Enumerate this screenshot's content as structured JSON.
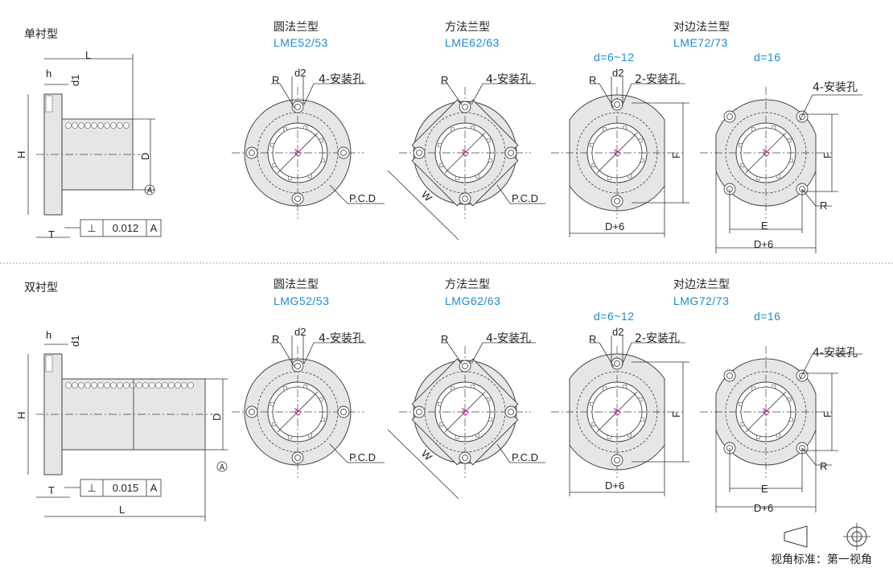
{
  "rows": [
    {
      "type_label": "单衬型",
      "side_view": {
        "L": "L",
        "h": "h",
        "d1": "d1",
        "H": "H",
        "D": "D",
        "T": "T",
        "datum": "A",
        "tolerance": {
          "symbol": "⊥",
          "value": "0.012",
          "datum": "A"
        }
      },
      "round": {
        "title": "圆法兰型",
        "model": "LME52/53",
        "R": "R",
        "d2": "d2",
        "holes": "4-安装孔",
        "pcd": "P.C.D",
        "d": "d"
      },
      "square": {
        "title": "方法兰型",
        "model": "LME62/63",
        "R": "R",
        "holes": "4-安装孔",
        "pcd": "P.C.D",
        "W": "W",
        "d": "d"
      },
      "cut": {
        "title": "对边法兰型",
        "model": "LME72/73",
        "variant_a": "d=6~12",
        "variant_b": "d=16",
        "R": "R",
        "d2": "d2",
        "holes_a": "2-安装孔",
        "holes_b": "4-安装孔",
        "F": "F",
        "D6": "D+6",
        "E": "E",
        "d": "d"
      }
    },
    {
      "type_label": "双衬型",
      "side_view": {
        "L": "L",
        "h": "h",
        "d1": "d1",
        "H": "H",
        "D": "D",
        "T": "T",
        "datum": "A",
        "tolerance": {
          "symbol": "⊥",
          "value": "0.015",
          "datum": "A"
        }
      },
      "round": {
        "title": "圆法兰型",
        "model": "LMG52/53",
        "R": "R",
        "d2": "d2",
        "holes": "4-安装孔",
        "pcd": "P.C.D",
        "d": "d"
      },
      "square": {
        "title": "方法兰型",
        "model": "LMG62/63",
        "R": "R",
        "holes": "4-安装孔",
        "pcd": "P.C.D",
        "W": "W",
        "d": "d"
      },
      "cut": {
        "title": "对边法兰型",
        "model": "LMG72/73",
        "variant_a": "d=6~12",
        "variant_b": "d=16",
        "R": "R",
        "d2": "d2",
        "holes_a": "2-安装孔",
        "holes_b": "4-安装孔",
        "F": "F",
        "D6": "D+6",
        "E": "E",
        "d": "d"
      }
    }
  ],
  "projection": {
    "label": "视角标准：第一视角"
  },
  "colors": {
    "model_text": "#1e8ad0",
    "body_fill": "#e6e6e6",
    "bore_label": "#c0289a"
  }
}
